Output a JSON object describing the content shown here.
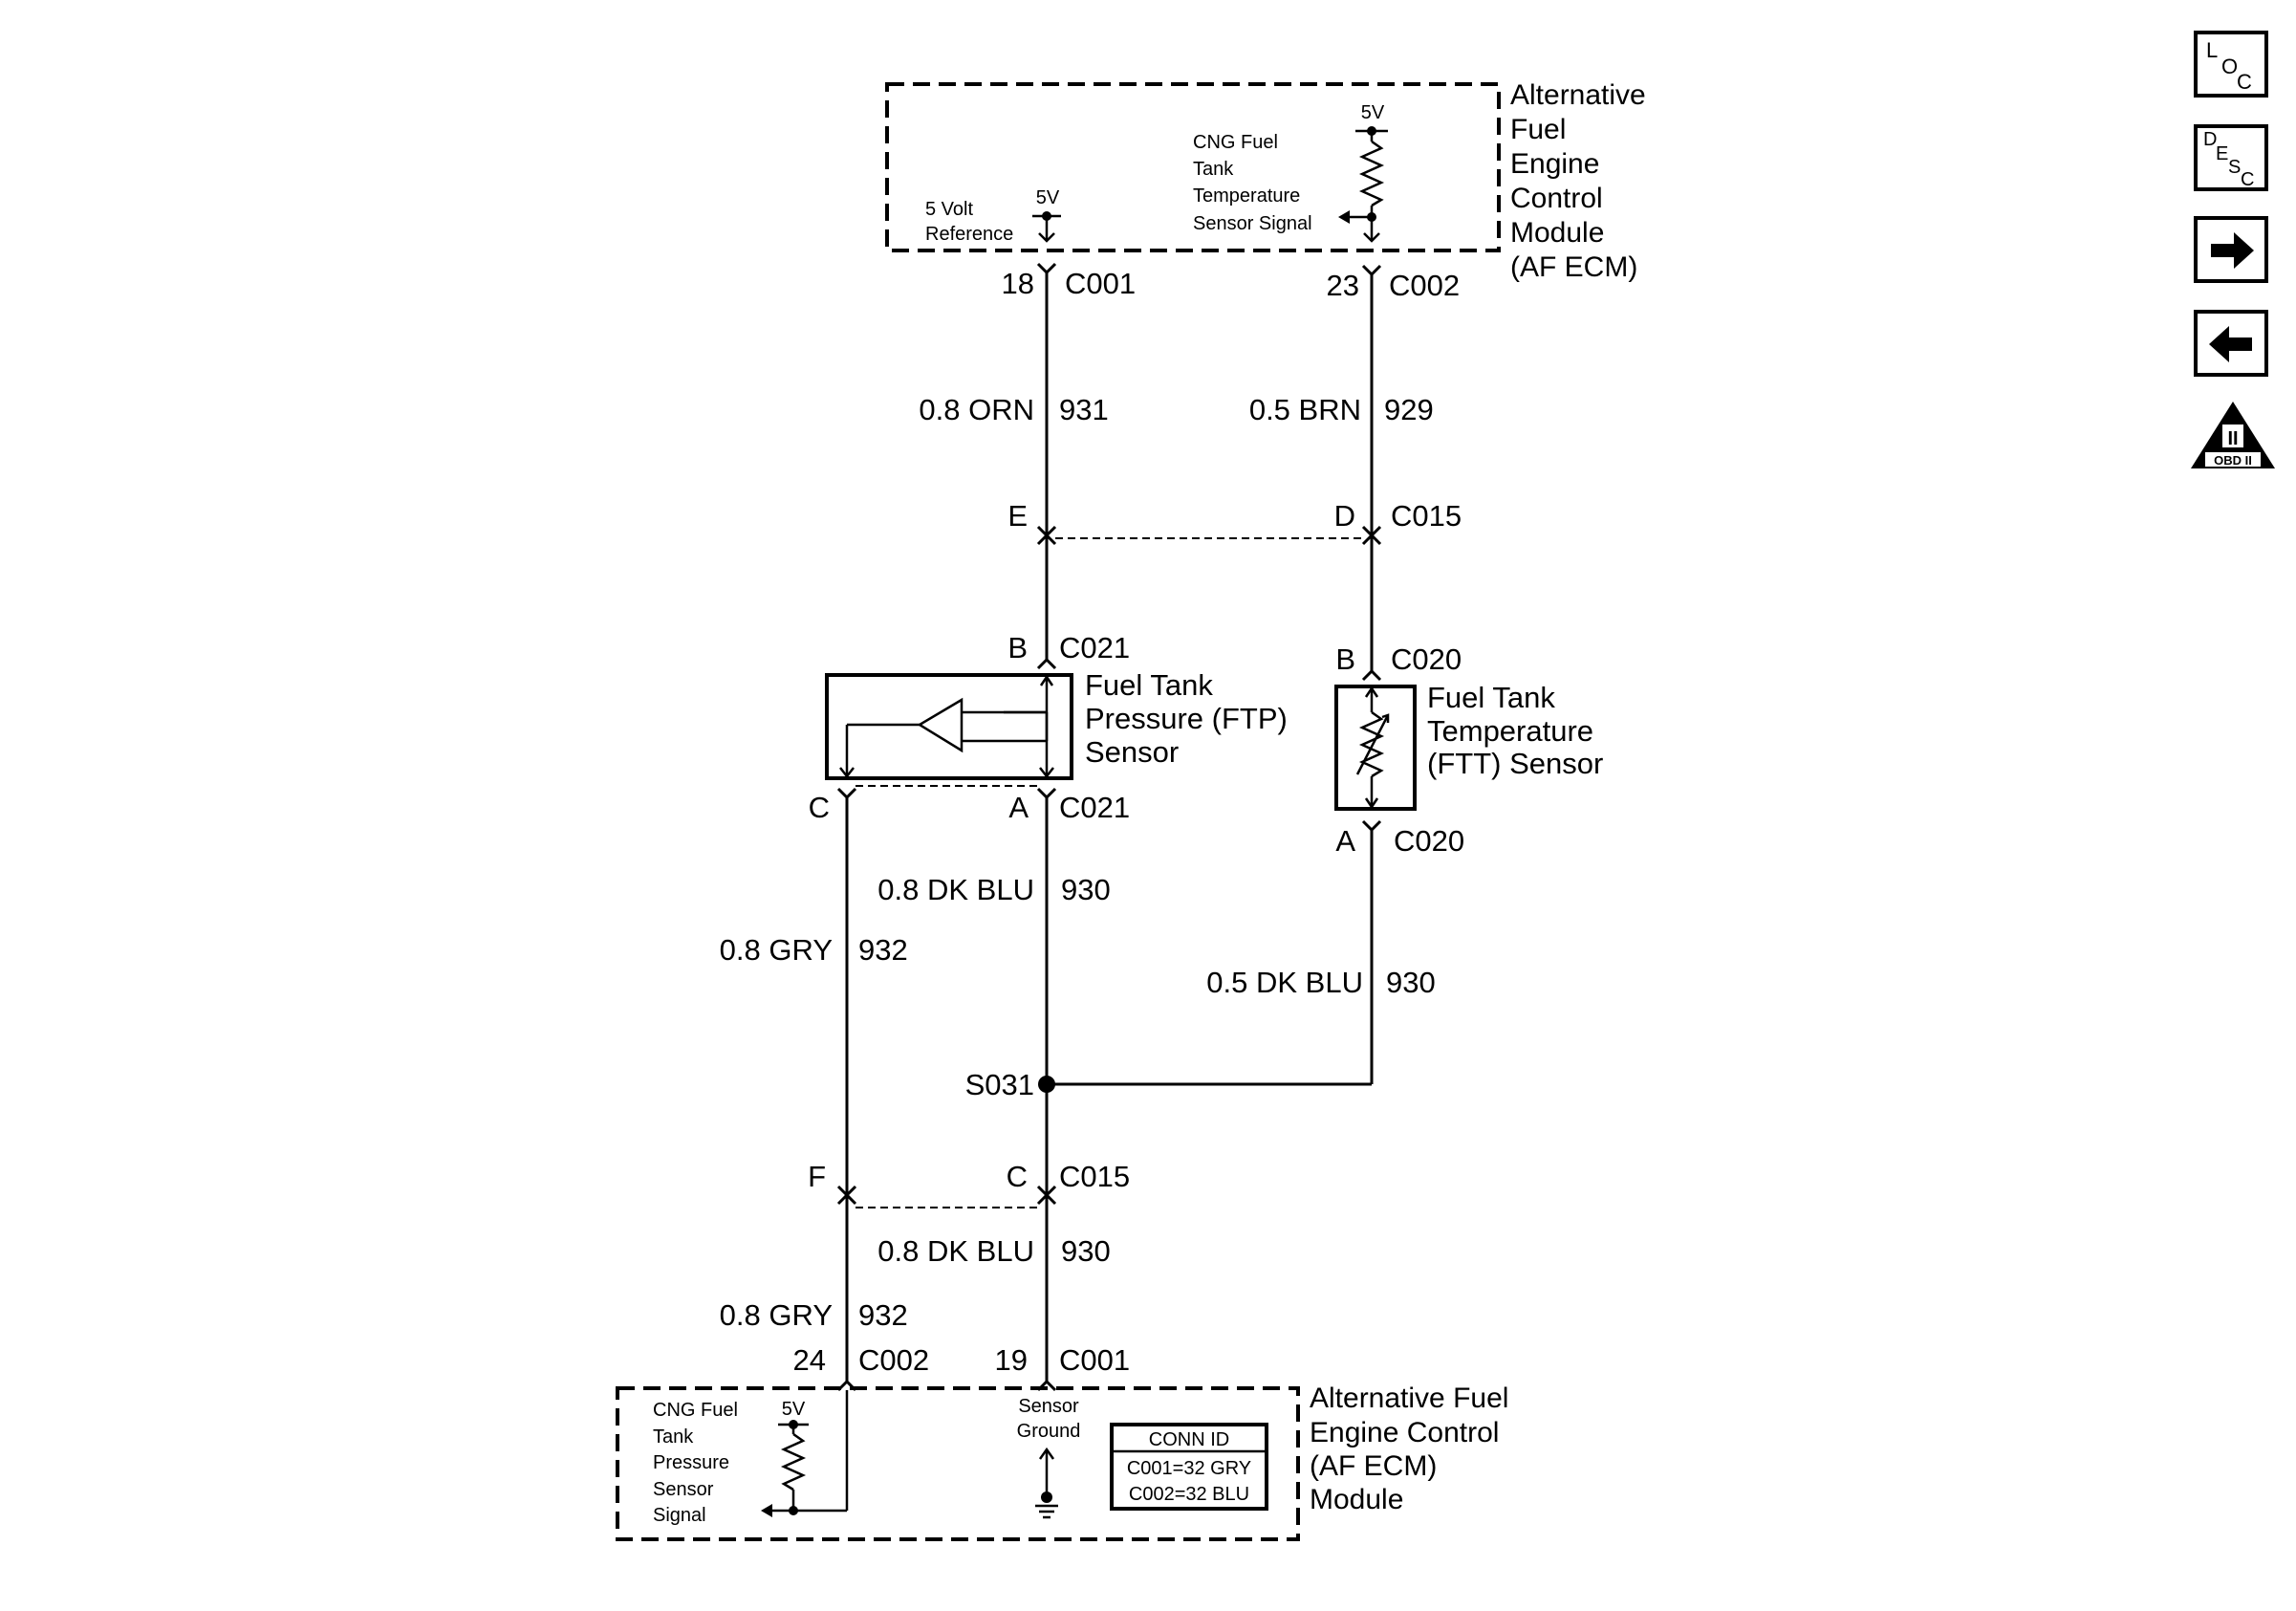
{
  "nav": {
    "loc": {
      "l1": "L",
      "l2": "O",
      "l3": "C"
    },
    "desc": {
      "l1": "D",
      "l2": "E",
      "l3": "S",
      "l4": "C"
    },
    "next_icon": "arrow-right-icon",
    "prev_icon": "arrow-left-icon",
    "obd": {
      "numeral": "II",
      "label": "OBD II"
    }
  },
  "top_module": {
    "name": [
      "Alternative",
      "Fuel",
      "Engine",
      "Control",
      "Module",
      "(AF ECM)"
    ],
    "ref_label": [
      "5 Volt",
      "Reference"
    ],
    "ref_voltage": "5V",
    "temp_label": [
      "CNG Fuel",
      "Tank",
      "Temperature",
      "Sensor Signal"
    ],
    "temp_voltage": "5V"
  },
  "top_pins": [
    {
      "pin": "18",
      "connector": "C001"
    },
    {
      "pin": "23",
      "connector": "C002"
    }
  ],
  "wires": [
    {
      "gauge_color": "0.8 ORN",
      "circuit": "931"
    },
    {
      "gauge_color": "0.5 BRN",
      "circuit": "929"
    },
    {
      "gauge_color": "0.8 DK BLU",
      "circuit": "930"
    },
    {
      "gauge_color": "0.8 GRY",
      "circuit": "932"
    },
    {
      "gauge_color": "0.5 DK BLU",
      "circuit": "930"
    },
    {
      "gauge_color": "0.8 DK BLU",
      "circuit": "930"
    },
    {
      "gauge_color": "0.8 GRY",
      "circuit": "932"
    }
  ],
  "c015_upper": {
    "left_pin": "E",
    "right_pin": "D",
    "connector": "C015"
  },
  "ftp_sensor": {
    "name": [
      "Fuel Tank",
      "Pressure (FTP)",
      "Sensor"
    ],
    "top_pin": "B",
    "top_connector": "C021",
    "left_pin": "C",
    "right_pin": "A",
    "bottom_connector": "C021"
  },
  "ftt_sensor": {
    "name": [
      "Fuel Tank",
      "Temperature",
      "(FTT) Sensor"
    ],
    "top_pin": "B",
    "top_connector": "C020",
    "bottom_pin": "A",
    "bottom_connector": "C020"
  },
  "splice": "S031",
  "c015_lower": {
    "left_pin": "F",
    "right_pin": "C",
    "connector": "C015"
  },
  "bottom_pins": [
    {
      "pin": "24",
      "connector": "C002"
    },
    {
      "pin": "19",
      "connector": "C001"
    }
  ],
  "bottom_module": {
    "name": [
      "Alternative Fuel",
      "Engine Control",
      "(AF ECM)",
      "Module"
    ],
    "pressure_label": [
      "CNG Fuel",
      "Tank",
      "Pressure",
      "Sensor",
      "Signal"
    ],
    "pressure_voltage": "5V",
    "ground_label": [
      "Sensor",
      "Ground"
    ],
    "conn_id": {
      "title": "CONN ID",
      "rows": [
        "C001=32 GRY",
        "C002=32 BLU"
      ]
    }
  }
}
